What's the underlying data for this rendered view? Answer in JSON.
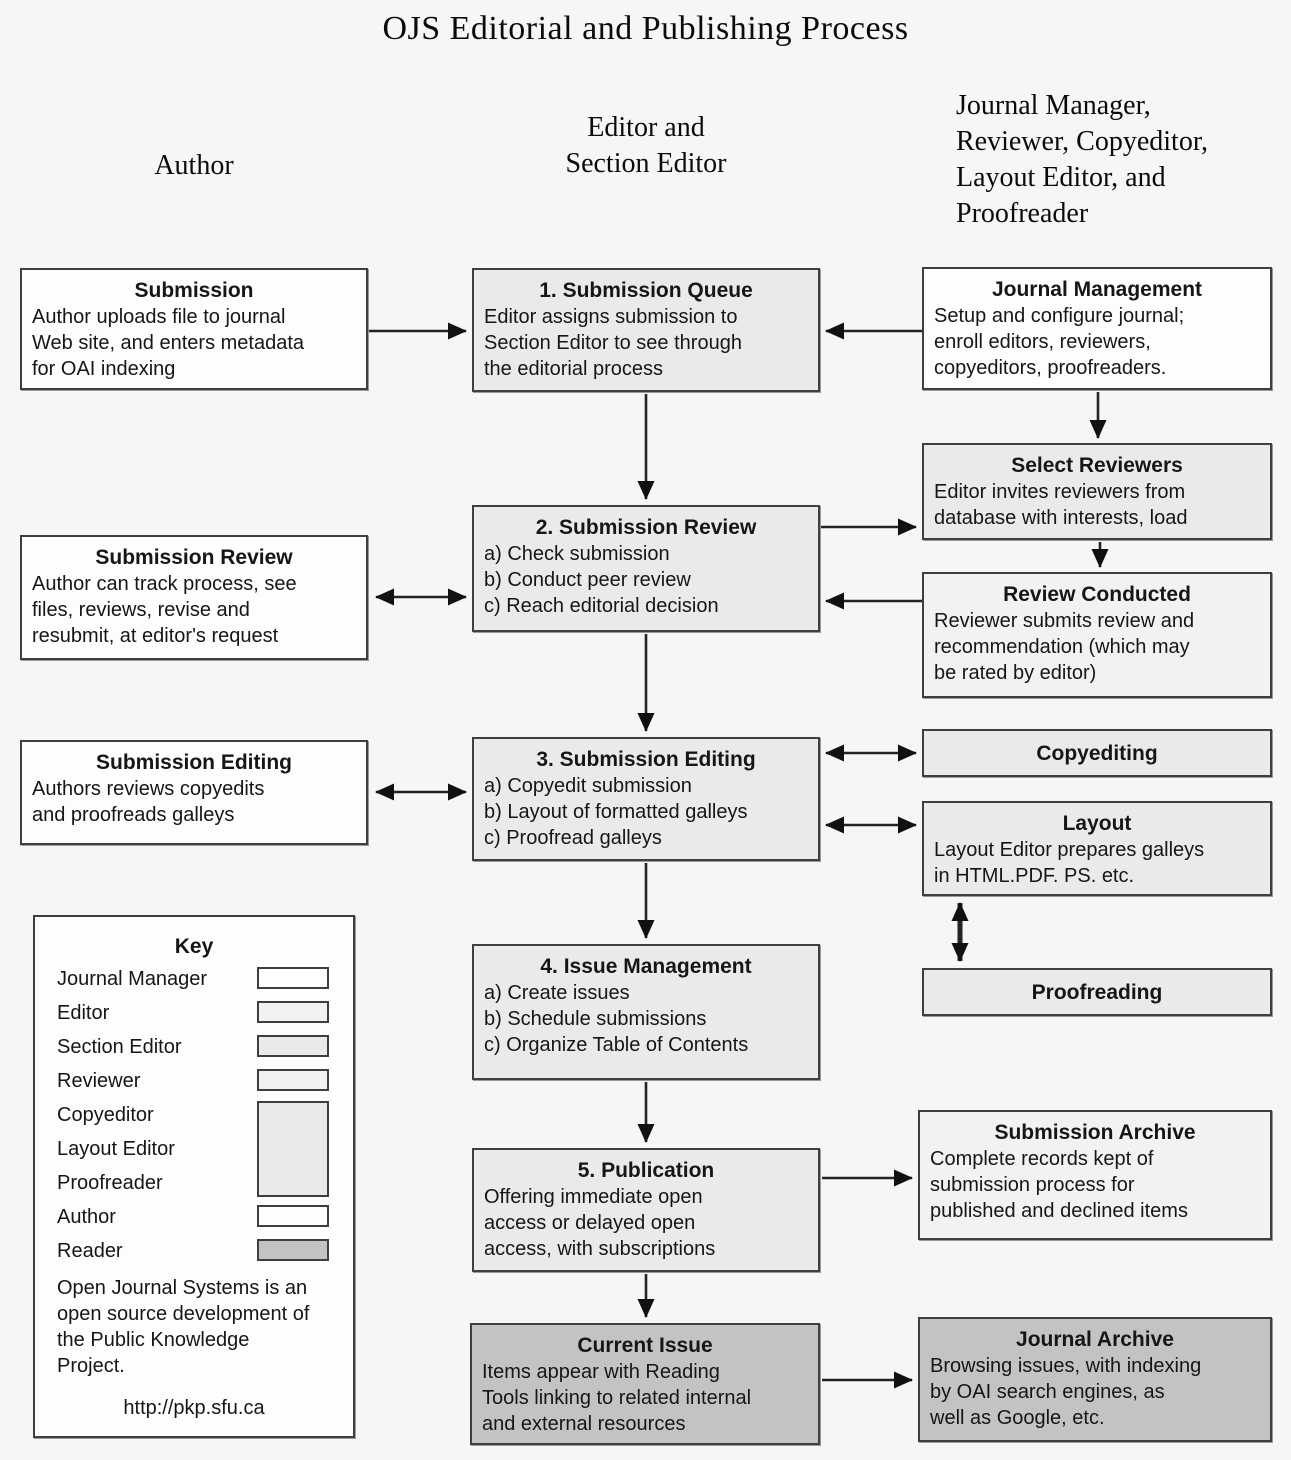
{
  "title": "OJS Editorial and Publishing Process",
  "columns": {
    "author": "Author",
    "editor": "Editor and\nSection Editor",
    "roles": "Journal Manager,\nReviewer, Copyeditor,\nLayout Editor, and\nProofreader"
  },
  "boxes": {
    "submission": {
      "title": "Submission",
      "body": "Author uploads file to journal\nWeb site, and enters metadata\nfor OAI indexing"
    },
    "queue": {
      "title": "1. Submission Queue",
      "body": "Editor assigns submission to\nSection Editor to see through\nthe editorial process"
    },
    "journal_management": {
      "title": "Journal Management",
      "body": "Setup and configure journal;\nenroll editors, reviewers,\ncopyeditors, proofreaders."
    },
    "select_reviewers": {
      "title": "Select Reviewers",
      "body": "Editor invites reviewers from\ndatabase with interests, load"
    },
    "submission_review_author": {
      "title": "Submission Review",
      "body": "Author can track process, see\nfiles, reviews, revise and\nresubmit, at editor's request"
    },
    "submission_review": {
      "title": "2. Submission Review",
      "body": "a) Check submission\nb) Conduct peer review\nc) Reach editorial decision"
    },
    "review_conducted": {
      "title": "Review Conducted",
      "body": "Reviewer submits review and\nrecommendation (which may\nbe rated by editor)"
    },
    "submission_editing_author": {
      "title": "Submission Editing",
      "body": "Authors reviews copyedits\nand proofreads galleys"
    },
    "submission_editing": {
      "title": "3. Submission Editing",
      "body": "a) Copyedit submission\nb) Layout of formatted galleys\nc) Proofread galleys"
    },
    "copyediting": {
      "title": "Copyediting"
    },
    "layout": {
      "title": "Layout",
      "body": "Layout Editor prepares galleys\nin HTML.PDF. PS. etc."
    },
    "proofreading": {
      "title": "Proofreading"
    },
    "issue_management": {
      "title": "4. Issue Management",
      "body": "a) Create issues\nb) Schedule submissions\nc) Organize Table of Contents"
    },
    "publication": {
      "title": "5. Publication",
      "body": "Offering immediate open\naccess or delayed open\naccess, with subscriptions"
    },
    "submission_archive": {
      "title": "Submission Archive",
      "body": "Complete records kept of\nsubmission process for\npublished and declined items"
    },
    "current_issue": {
      "title": "Current Issue",
      "body": "Items appear with Reading\nTools linking to related internal\nand external resources"
    },
    "journal_archive": {
      "title": "Journal Archive",
      "body": "Browsing issues, with indexing\nby OAI search engines, as\nwell as Google, etc."
    }
  },
  "key": {
    "title": "Key",
    "entries": [
      {
        "label": "Journal Manager",
        "swatch": "white"
      },
      {
        "label": "Editor",
        "swatch": "light"
      },
      {
        "label": "Section Editor",
        "swatch": "gray"
      },
      {
        "label": "Reviewer",
        "swatch": "light"
      },
      {
        "label": "Copyeditor",
        "swatch": "gray-tall"
      },
      {
        "label": "Layout Editor",
        "swatch": "gray-tall"
      },
      {
        "label": "Proofreader",
        "swatch": "gray-tall"
      },
      {
        "label": "Author",
        "swatch": "white"
      },
      {
        "label": "Reader",
        "swatch": "reader"
      }
    ],
    "note": "Open Journal Systems is an\nopen source development of\nthe Public Knowledge\nProject.",
    "url": "http://pkp.sfu.ca"
  },
  "colors": {
    "background": "#f6f6f6",
    "box_border": "#3f3f3f",
    "white_box": "#fdfdfd",
    "light_box": "#f2f2f2",
    "gray_box": "#eaeaea",
    "reader_box": "#c3c3c3",
    "arrow": "#232323"
  }
}
